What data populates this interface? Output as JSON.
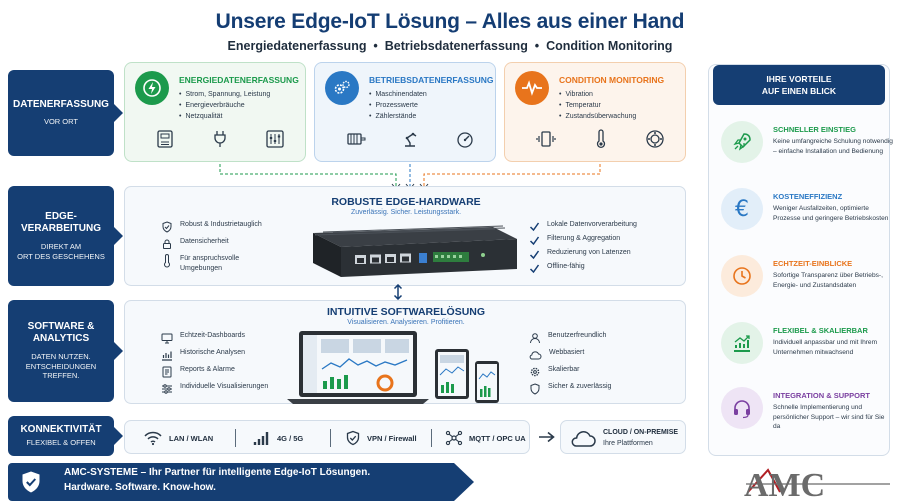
{
  "header": {
    "title": "Unsere Edge-IoT Lösung – Alles aus einer Hand",
    "subtitle": "Energiedatenerfassung  •  Betriebsdatenerfassung  •  Condition Monitoring"
  },
  "sections": [
    {
      "title": "DATENERFASSUNG",
      "subtitle": "VOR ORT"
    },
    {
      "title": "EDGE-\nVERARBEITUNG",
      "subtitle": "DIREKT AM\nORT DES GESCHEHENS"
    },
    {
      "title": "SOFTWARE &\nANALYTICS",
      "subtitle": "DATEN NUTZEN.\nENTSCHEIDUNGEN\nTREFFEN."
    },
    {
      "title": "KONNEKTIVITÄT",
      "subtitle": "FLEXIBEL & OFFEN"
    }
  ],
  "data_capture": [
    {
      "title": "ENERGIEDATENERFASSUNG",
      "color": "#1c9a4c",
      "items": [
        "Strom, Spannung, Leistung",
        "Energieverbräuche",
        "Netzqualität"
      ]
    },
    {
      "title": "BETRIEBSDATENERFASSUNG",
      "color": "#2a78c4",
      "items": [
        "Maschinendaten",
        "Prozesswerte",
        "Zählerstände"
      ]
    },
    {
      "title": "CONDITION MONITORING",
      "color": "#e8741c",
      "items": [
        "Vibration",
        "Temperatur",
        "Zustandsüberwachung"
      ]
    }
  ],
  "hardware": {
    "title": "ROBUSTE EDGE-HARDWARE",
    "subtitle": "Zuverlässig. Sicher. Leistungsstark.",
    "left": [
      "Robust & Industrietauglich",
      "Datensicherheit",
      "Für anspruchsvolle\nUmgebungen"
    ],
    "right": [
      "Lokale Datenvorverarbeitung",
      "Filterung & Aggregation",
      "Reduzierung von Latenzen",
      "Offline-fähig"
    ]
  },
  "software": {
    "title": "INTUITIVE SOFTWARELÖSUNG",
    "subtitle": "Visualisieren. Analysieren. Profitieren.",
    "left": [
      "Echtzeit-Dashboards",
      "Historische Analysen",
      "Reports & Alarme",
      "Individuelle Visualisierungen"
    ],
    "right": [
      "Benutzerfreundlich",
      "Webbasiert",
      "Skalierbar",
      "Sicher & zuverlässig"
    ]
  },
  "connectivity": {
    "items": [
      "LAN / WLAN",
      "4G / 5G",
      "VPN / Firewall",
      "MQTT / OPC UA"
    ],
    "cloud_title": "CLOUD / ON-PREMISE",
    "cloud_sub": "Ihre Plattformen"
  },
  "advantages": {
    "title": "IHRE VORTEILE\nAUF EINEN BLICK",
    "items": [
      {
        "title": "SCHNELLER EINSTIEG",
        "text": "Keine umfangreiche Schulung notwendig – einfache Installation und Bedienung",
        "color": "#1c9a4c",
        "bg": "#e3f3e8"
      },
      {
        "title": "KOSTENEFFIZIENZ",
        "text": "Weniger Ausfallzeiten, optimierte Prozesse und geringere Betriebskosten",
        "color": "#2a78c4",
        "bg": "#e2eef9"
      },
      {
        "title": "ECHTZEIT-EINBLICKE",
        "text": "Sofortige Transparenz über Betriebs-, Energie- und Zustandsdaten",
        "color": "#e8741c",
        "bg": "#fcebdc"
      },
      {
        "title": "FLEXIBEL & SKALIERBAR",
        "text": "Individuell anpassbar und mit Ihrem Unternehmen mitwachsend",
        "color": "#1c9a4c",
        "bg": "#e3f3e8"
      },
      {
        "title": "INTEGRATION & SUPPORT",
        "text": "Schnelle Implementierung und persönlicher Support – wir sind für Sie da",
        "color": "#7a3fa0",
        "bg": "#eee4f5"
      }
    ]
  },
  "footer": {
    "line1": "AMC-SYSTEME – Ihr Partner für intelligente Edge-IoT Lösungen.",
    "line2": "Hardware. Software. Know-how.",
    "logo": "AMC"
  },
  "colors": {
    "navy": "#153e73",
    "green": "#1c9a4c",
    "blue": "#2a78c4",
    "orange": "#e8741c",
    "purple": "#7a3fa0",
    "logo_red": "#b21f24"
  }
}
